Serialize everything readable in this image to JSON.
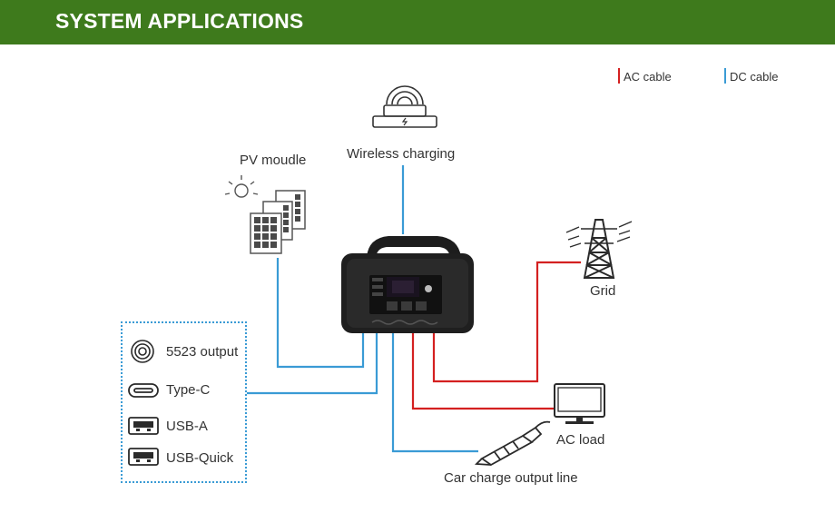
{
  "header": {
    "title": "SYSTEM APPLICATIONS"
  },
  "legend": {
    "ac": {
      "label": "AC cable",
      "color": "#d42020"
    },
    "dc": {
      "label": "DC cable",
      "color": "#3a9bd5"
    }
  },
  "nodes": {
    "wireless": "Wireless charging",
    "pv": "PV moudle",
    "grid": "Grid",
    "ac_load": "AC load",
    "car": "Car charge output line"
  },
  "outputs": [
    {
      "label": "5523 output",
      "icon": "dc-barrel-icon"
    },
    {
      "label": "Type-C",
      "icon": "usb-c-icon"
    },
    {
      "label": "USB-A",
      "icon": "usb-a-icon"
    },
    {
      "label": "USB-Quick",
      "icon": "usb-quick-icon"
    }
  ],
  "colors": {
    "banner": "#3e7a1c",
    "ac": "#d42020",
    "dc": "#3a9bd5"
  }
}
